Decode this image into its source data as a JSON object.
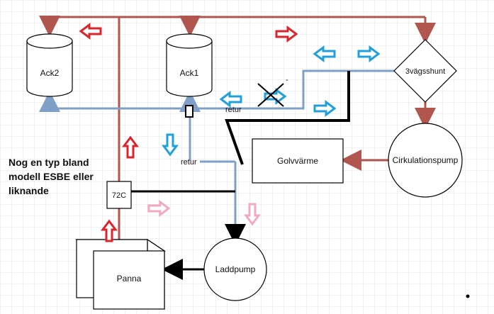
{
  "colors": {
    "supply_red": "#b1554f",
    "return_blue": "#7f9fc6",
    "black_pipe": "#000000",
    "arrow_red": "#d9262b",
    "arrow_blue": "#1fa0dc",
    "arrow_pink": "#f2a9c2",
    "grid": "#e3e3e8"
  },
  "nodes": {
    "ack2": "Ack2",
    "ack1": "Ack1",
    "shunt": "3vägsshunt",
    "golv": "Golvvärme",
    "cirk": "Cirkulationspump",
    "sensor": "72C",
    "panna": "Panna",
    "laddpump": "Laddpump"
  },
  "labels": {
    "retur_top": "retur",
    "retur_left": "retur",
    "minus": "-"
  },
  "note": {
    "line1": "Nog en typ bland",
    "line2": "modell ESBE eller",
    "line3": "liknande"
  },
  "icons": {
    "flow_arrow": "flow-arrow-icon",
    "cross": "cross-mark-icon",
    "check_valve": "check-valve-icon",
    "dot": "dot-icon"
  }
}
